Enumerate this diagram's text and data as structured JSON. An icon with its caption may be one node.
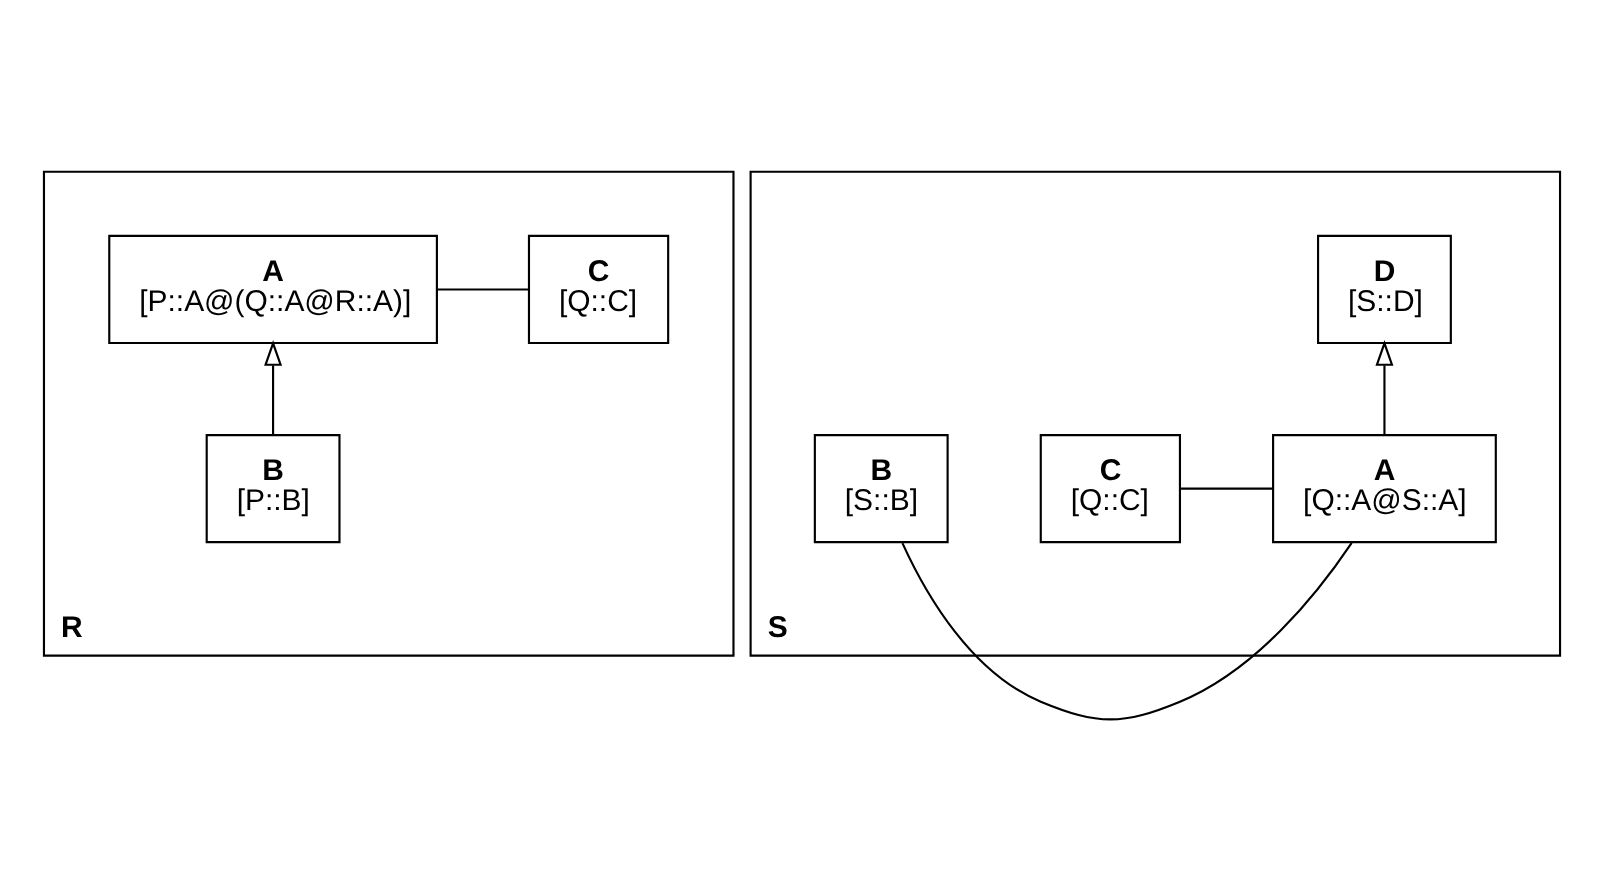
{
  "diagram": {
    "nodes": [
      {
        "text": [
          "R"
        ]
      },
      {
        "text": [
          "A",
          "[P::A@(Q::A@R::A)]"
        ],
        "in": 0
      },
      {
        "text": [
          "C",
          "[Q::C]"
        ],
        "in": 0
      },
      {
        "text": [
          "B",
          "[P::B]"
        ],
        "in": 0
      },
      {
        "text": [
          "S"
        ]
      },
      {
        "text": [
          "D",
          "[S::D]"
        ],
        "in": 4
      },
      {
        "text": [
          "A",
          "[Q::A@S::A]"
        ],
        "in": 4
      },
      {
        "text": [
          "C",
          "[Q::C]"
        ],
        "in": 4
      },
      {
        "text": [
          "B",
          "[S::B]"
        ],
        "in": 4
      }
    ],
    "edges": [
      {
        "from": 3,
        "to": 1,
        "arrow": "to"
      },
      {
        "from": 1,
        "to": 2,
        "arrow": "none"
      },
      {
        "from": 6,
        "to": 5,
        "arrow": "to"
      },
      {
        "from": 6,
        "to": 7,
        "arrow": "none"
      },
      {
        "from": 6,
        "to": 8,
        "arrow": "none"
      }
    ]
  }
}
